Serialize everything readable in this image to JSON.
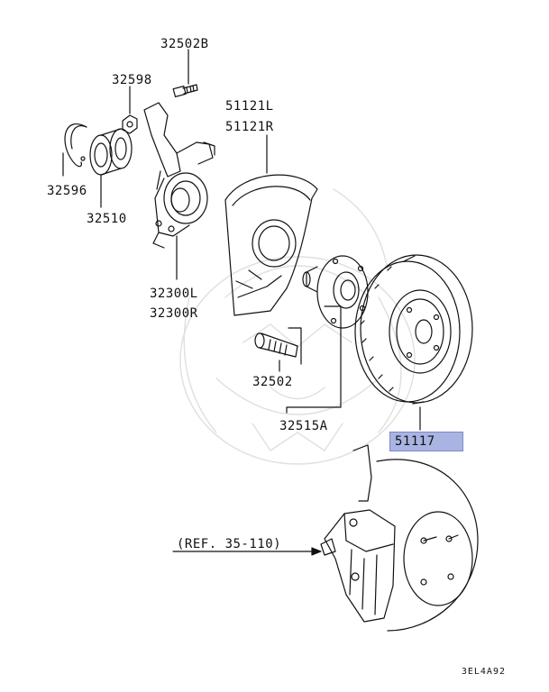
{
  "parts": {
    "p32502B": "32502B",
    "p32598": "32598",
    "p32596": "32596",
    "p32510": "32510",
    "p51121L": "51121L",
    "p51121R": "51121R",
    "p32300L": "32300L",
    "p32300R": "32300R",
    "p32502": "32502",
    "p32515A": "32515A",
    "p51117": "51117"
  },
  "reference": "(REF. 35-110)",
  "diagram_code": "3EL4A92",
  "colors": {
    "highlight": "#a9b4e3",
    "line": "#111111"
  },
  "highlighted_part": "51117"
}
